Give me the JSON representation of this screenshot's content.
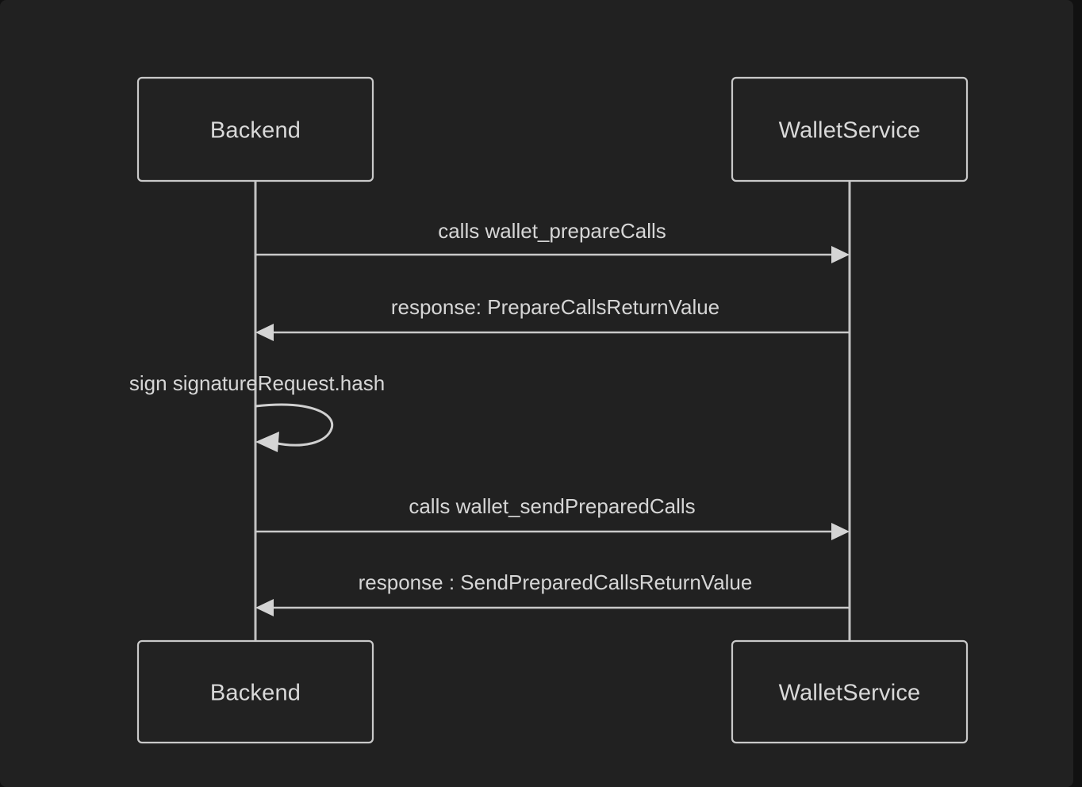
{
  "diagram": {
    "type": "sequence-diagram",
    "background_color": "#212121",
    "page_background_color": "#111111",
    "line_color": "#c9c9c9",
    "text_color": "#d6d6d6",
    "box_fill_color": "#222222",
    "participants": [
      {
        "id": "backend",
        "label": "Backend"
      },
      {
        "id": "walletservice",
        "label": "WalletService"
      }
    ],
    "participants_bottom": [
      {
        "id": "backend-bottom",
        "label": "Backend"
      },
      {
        "id": "walletservice-bottom",
        "label": "WalletService"
      }
    ],
    "messages": [
      {
        "index": 1,
        "from": "backend",
        "to": "walletservice",
        "direction": "right",
        "label": "calls wallet_prepareCalls",
        "style": "solid-filled-arrow"
      },
      {
        "index": 2,
        "from": "walletservice",
        "to": "backend",
        "direction": "left",
        "label": "response: PrepareCallsReturnValue",
        "style": "solid-filled-arrow"
      },
      {
        "index": 3,
        "from": "backend",
        "to": "backend",
        "direction": "self",
        "label": "sign signatureRequest.hash",
        "style": "self-loop-filled-arrow"
      },
      {
        "index": 4,
        "from": "backend",
        "to": "walletservice",
        "direction": "right",
        "label": "calls wallet_sendPreparedCalls",
        "style": "solid-filled-arrow"
      },
      {
        "index": 5,
        "from": "walletservice",
        "to": "backend",
        "direction": "left",
        "label": "response : SendPreparedCallsReturnValue",
        "style": "solid-filled-arrow"
      }
    ]
  }
}
